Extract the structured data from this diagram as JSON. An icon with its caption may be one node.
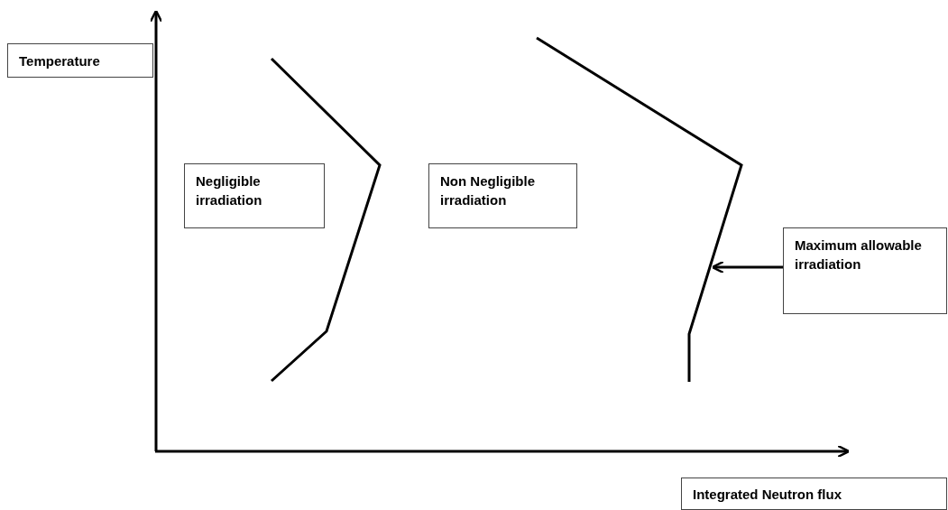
{
  "diagram": {
    "nodes": [
      {
        "text": [
          "Temperature"
        ]
      },
      {
        "text": [
          "Negligible irradiation"
        ]
      },
      {
        "text": [
          "Non Negligible irradiation"
        ]
      },
      {
        "text": [
          "Maximum allowable irradiation"
        ]
      },
      {
        "text": [
          "Integrated Neutron flux"
        ]
      },
      {
        "text": [],
        "shape": "line"
      }
    ],
    "edges": [
      {
        "from": 3,
        "to": 5,
        "arrow": "to"
      }
    ]
  }
}
